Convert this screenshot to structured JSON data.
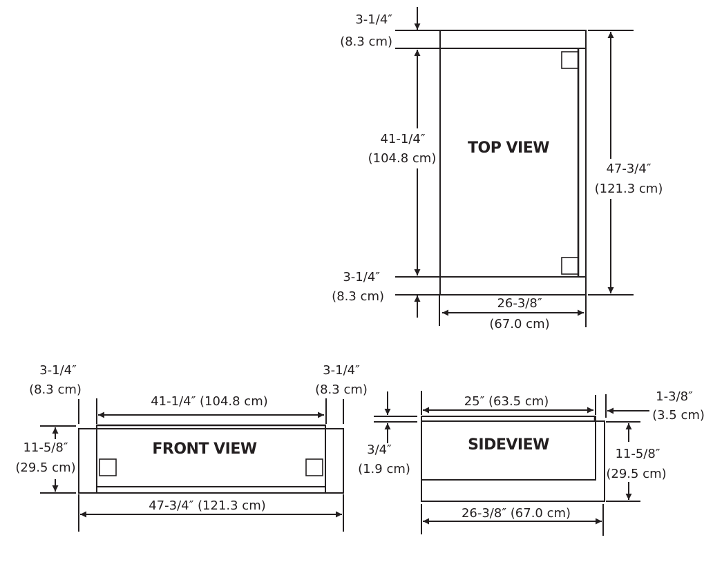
{
  "top_view": {
    "title": "TOP VIEW",
    "top_margin": {
      "in": "3-1/4″",
      "cm": "(8.3 cm)"
    },
    "inner_length": {
      "in": "41-1/4″",
      "cm": "(104.8 cm)"
    },
    "bottom_margin": {
      "in": "3-1/4″",
      "cm": "(8.3 cm)"
    },
    "overall_length": {
      "in": "47-3/4″",
      "cm": "(121.3 cm)"
    },
    "width": {
      "in": "26-3/8″",
      "cm": "(67.0 cm)"
    }
  },
  "front_view": {
    "title": "FRONT VIEW",
    "left_margin": {
      "in": "3-1/4″",
      "cm": "(8.3 cm)"
    },
    "right_margin": {
      "in": "3-1/4″",
      "cm": "(8.3 cm)"
    },
    "inner_length": "41-1/4″ (104.8 cm)",
    "overall_length": "47-3/4″ (121.3 cm)",
    "height": {
      "in": "11-5/8″",
      "cm": "(29.5 cm)"
    }
  },
  "side_view": {
    "title": "SIDEVIEW",
    "top_depth": "25″ (63.5 cm)",
    "overhang": {
      "in": "1-3/8″",
      "cm": "(3.5 cm)"
    },
    "slab": {
      "in": "3/4″",
      "cm": "(1.9 cm)"
    },
    "height": {
      "in": "11-5/8″",
      "cm": "(29.5 cm)"
    },
    "overall_depth": "26-3/8″ (67.0 cm)"
  }
}
